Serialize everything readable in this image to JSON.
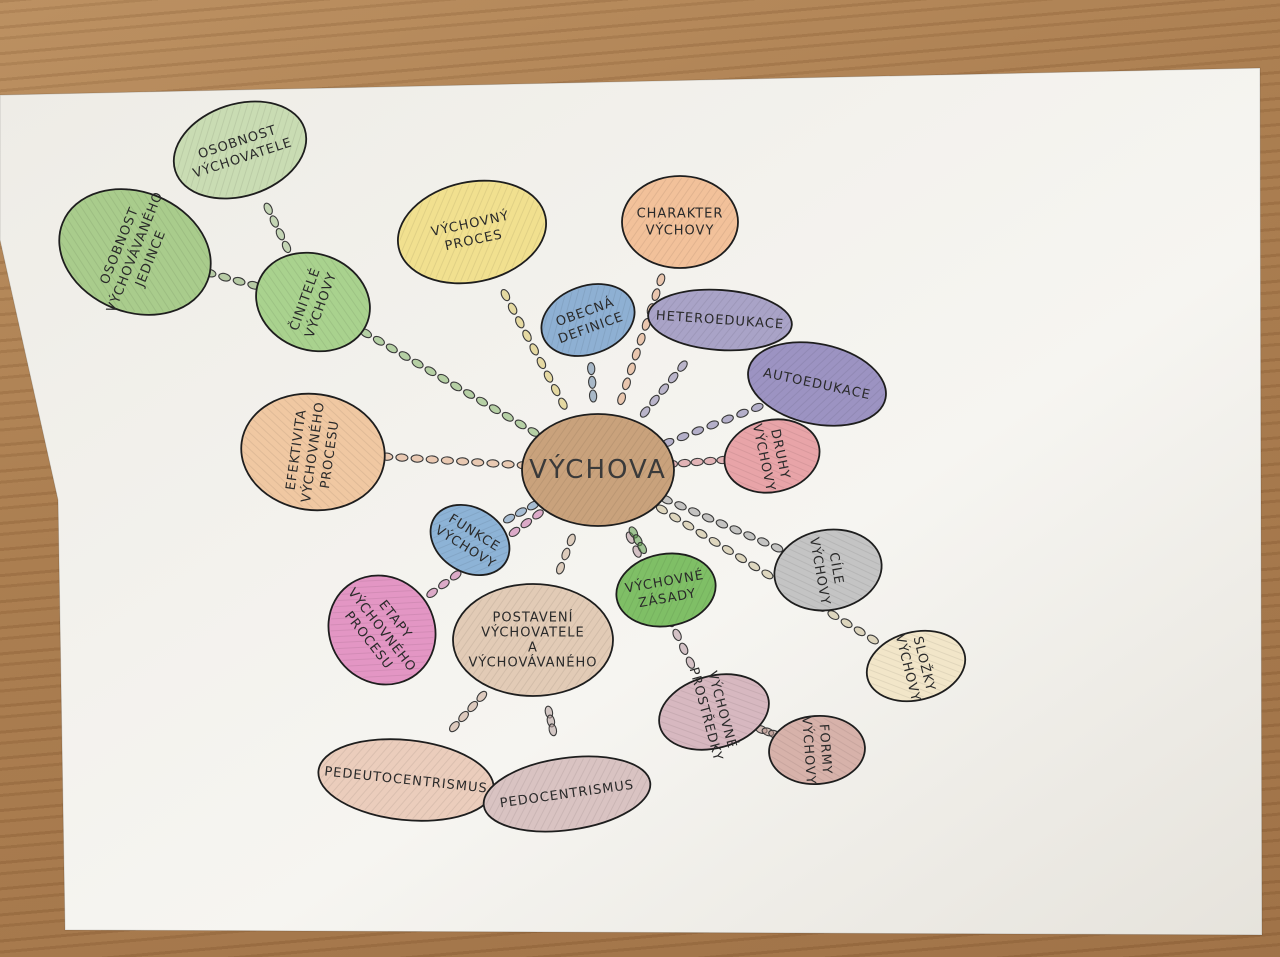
{
  "center": {
    "label": "VÝCHOVA",
    "color": "#c9a27c"
  },
  "nodes": [
    {
      "id": "osobnost-vychovatele",
      "lines": [
        "OSOBNOST",
        "VÝCHOVATELE"
      ],
      "color": "#c9dcb3"
    },
    {
      "id": "osobnost-vychovavaneho",
      "lines": [
        "OSOBNOST",
        "VÝCHOVÁVANÉHO",
        "JEDINCE"
      ],
      "color": "#a9cc8c"
    },
    {
      "id": "cinitele-vychovy",
      "lines": [
        "ČINITELÉ",
        "VÝCHOVY"
      ],
      "color": "#a9d28e"
    },
    {
      "id": "vychovny-proces",
      "lines": [
        "VÝCHOVNÝ",
        "PROCES"
      ],
      "color": "#f1e08f"
    },
    {
      "id": "charakter-vychovy",
      "lines": [
        "CHARAKTER",
        "VÝCHOVY"
      ],
      "color": "#f2c19a"
    },
    {
      "id": "obecna-definice",
      "lines": [
        "OBECNÁ",
        "DEFINICE"
      ],
      "color": "#8eb0d3"
    },
    {
      "id": "heteroedukace",
      "lines": [
        "HETEROEDUKACE"
      ],
      "color": "#a9a3c7"
    },
    {
      "id": "autoedukace",
      "lines": [
        "AUTOEDUKACE"
      ],
      "color": "#9c93c2"
    },
    {
      "id": "druhy-vychovy",
      "lines": [
        "DRUHY",
        "VÝCHOVY"
      ],
      "color": "#e8a4a8"
    },
    {
      "id": "efektivita",
      "lines": [
        "EFEKTIVITA",
        "VÝCHOVNÉHO",
        "PROCESU"
      ],
      "color": "#f0c8a2"
    },
    {
      "id": "funkce-vychovy",
      "lines": [
        "FUNKCE",
        "VÝCHOVY"
      ],
      "color": "#8db3d6"
    },
    {
      "id": "cile-vychovy",
      "lines": [
        "CÍLE",
        "VÝCHOVY"
      ],
      "color": "#c4c4c4"
    },
    {
      "id": "vychovne-zasady",
      "lines": [
        "VÝCHOVNÉ",
        "ZÁSADY"
      ],
      "color": "#7fbf66"
    },
    {
      "id": "etapy",
      "lines": [
        "ETAPY",
        "VÝCHOVNÉHO",
        "PROCESU"
      ],
      "color": "#e396c4"
    },
    {
      "id": "postaveni",
      "lines": [
        "POSTAVENÍ",
        "VÝCHOVATELE",
        "A",
        "VÝCHOVÁVANÉHO"
      ],
      "color": "#e2cbb6"
    },
    {
      "id": "slozky-vychovy",
      "lines": [
        "SLOŽKY",
        "VÝCHOVY"
      ],
      "color": "#f2e6c9"
    },
    {
      "id": "vychovne-prostredky",
      "lines": [
        "VÝCHOVNÉ",
        "PROSTŘEDKY"
      ],
      "color": "#d7b8c0"
    },
    {
      "id": "formy-vychovy",
      "lines": [
        "FORMY",
        "VÝCHOVY"
      ],
      "color": "#d7b2aa"
    },
    {
      "id": "pedeutocentrismus",
      "lines": [
        "PEDEUTOCENTRISMUS"
      ],
      "color": "#ebcdbc"
    },
    {
      "id": "pedocentrismus",
      "lines": [
        "PEDOCENTRISMUS"
      ],
      "color": "#d9c3c2"
    }
  ]
}
